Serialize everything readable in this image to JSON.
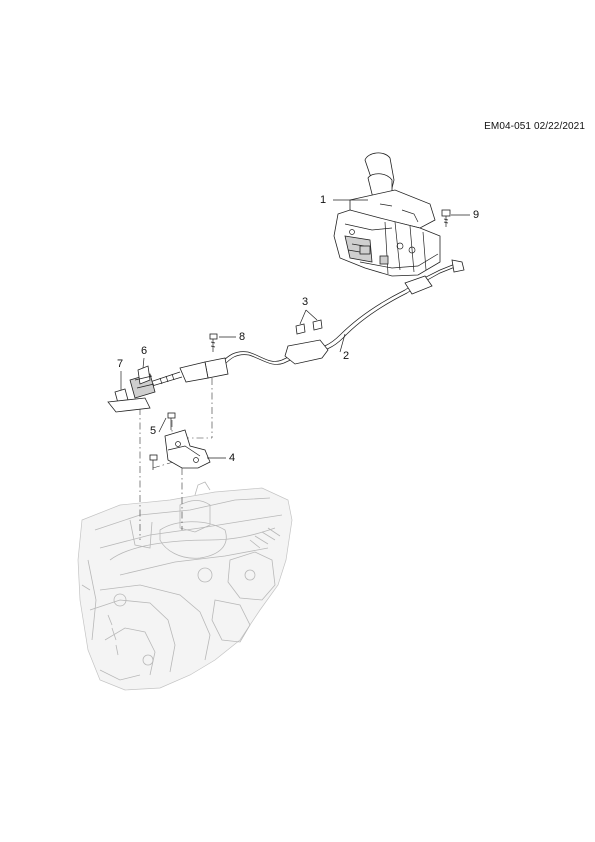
{
  "header": {
    "doc_ref": "EM04-051 02/22/2021"
  },
  "callouts": [
    {
      "id": "1",
      "label": "1"
    },
    {
      "id": "2",
      "label": "2"
    },
    {
      "id": "3",
      "label": "3"
    },
    {
      "id": "4",
      "label": "4"
    },
    {
      "id": "5",
      "label": "5"
    },
    {
      "id": "6",
      "label": "6"
    },
    {
      "id": "7",
      "label": "7"
    },
    {
      "id": "8",
      "label": "8"
    },
    {
      "id": "9",
      "label": "9"
    }
  ]
}
